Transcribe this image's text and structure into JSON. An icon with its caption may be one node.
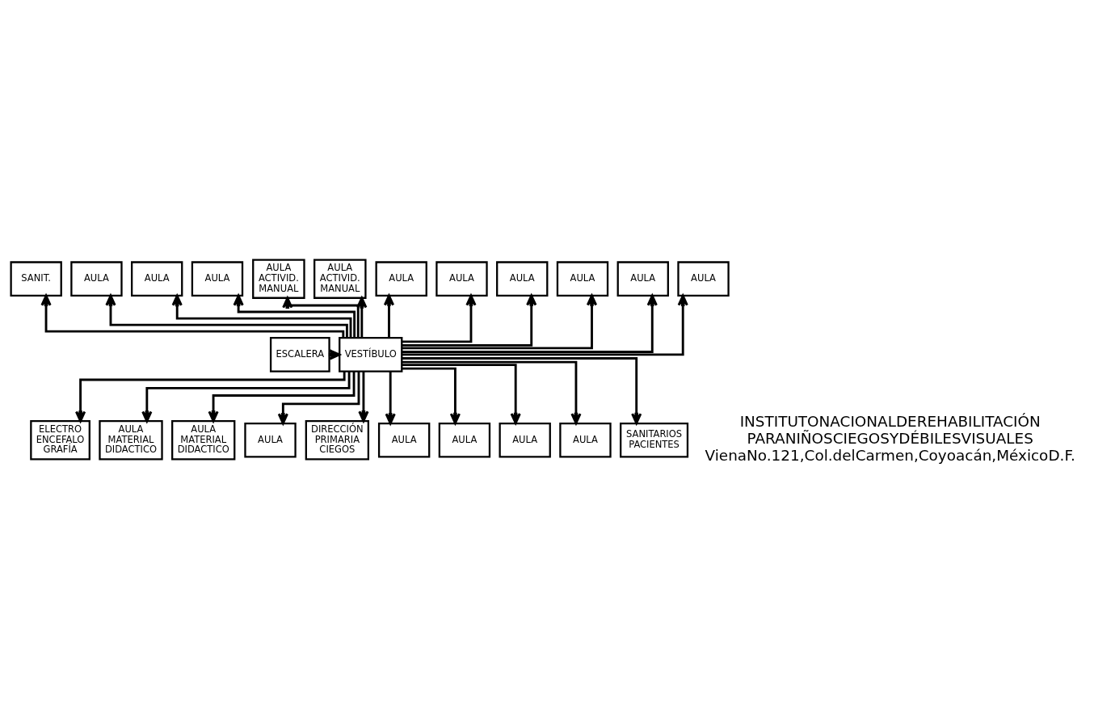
{
  "diagram": {
    "nodes": [
      {
        "text": [
          "ESCALERA"
        ]
      },
      {
        "text": [
          "VESTÍBULO"
        ]
      },
      {
        "text": [
          "SANIT."
        ]
      },
      {
        "text": [
          "AULA"
        ]
      },
      {
        "text": [
          "AULA"
        ]
      },
      {
        "text": [
          "AULA"
        ]
      },
      {
        "text": [
          "AULA ACTIVID. MANUAL"
        ]
      },
      {
        "text": [
          "AULA ACTIVID. MANUAL"
        ]
      },
      {
        "text": [
          "AULA"
        ]
      },
      {
        "text": [
          "AULA"
        ]
      },
      {
        "text": [
          "AULA"
        ]
      },
      {
        "text": [
          "AULA"
        ]
      },
      {
        "text": [
          "AULA"
        ]
      },
      {
        "text": [
          "AULA"
        ]
      },
      {
        "text": [
          "ELECTRO ENCEFALO GRAFÍA"
        ]
      },
      {
        "text": [
          "AULA MATERIAL DIDACTICO"
        ]
      },
      {
        "text": [
          "AULA MATERIAL DIDACTICO"
        ]
      },
      {
        "text": [
          "AULA"
        ]
      },
      {
        "text": [
          "DIRECCIÓN PRIMARIA CIEGOS"
        ]
      },
      {
        "text": [
          "AULA"
        ]
      },
      {
        "text": [
          "AULA"
        ]
      },
      {
        "text": [
          "AULA"
        ]
      },
      {
        "text": [
          "AULA"
        ]
      },
      {
        "text": [
          "SANITARIOS PACIENTES"
        ]
      }
    ],
    "edges": [
      {
        "from": 0,
        "to": 1,
        "arrow": "to"
      },
      {
        "from": 1,
        "to": 2,
        "arrow": "to"
      },
      {
        "from": 1,
        "to": 3,
        "arrow": "to"
      },
      {
        "from": 1,
        "to": 4,
        "arrow": "to"
      },
      {
        "from": 1,
        "to": 5,
        "arrow": "to"
      },
      {
        "from": 1,
        "to": 6,
        "arrow": "to"
      },
      {
        "from": 1,
        "to": 7,
        "arrow": "to"
      },
      {
        "from": 1,
        "to": 8,
        "arrow": "to"
      },
      {
        "from": 1,
        "to": 9,
        "arrow": "to"
      },
      {
        "from": 1,
        "to": 10,
        "arrow": "to"
      },
      {
        "from": 1,
        "to": 11,
        "arrow": "to"
      },
      {
        "from": 1,
        "to": 12,
        "arrow": "to"
      },
      {
        "from": 1,
        "to": 13,
        "arrow": "to"
      },
      {
        "from": 1,
        "to": 14,
        "arrow": "to"
      },
      {
        "from": 1,
        "to": 15,
        "arrow": "to"
      },
      {
        "from": 1,
        "to": 16,
        "arrow": "to"
      },
      {
        "from": 1,
        "to": 17,
        "arrow": "to"
      },
      {
        "from": 1,
        "to": 18,
        "arrow": "to"
      },
      {
        "from": 1,
        "to": 19,
        "arrow": "to"
      },
      {
        "from": 1,
        "to": 20,
        "arrow": "to"
      },
      {
        "from": 1,
        "to": 21,
        "arrow": "to"
      },
      {
        "from": 1,
        "to": 22,
        "arrow": "to"
      },
      {
        "from": 1,
        "to": 23,
        "arrow": "to"
      }
    ],
    "labels": [
      "INSTITUTONACIONALDEREHABILITACIÓN",
      "PARANIÑOSCIEGOSYDÉBILESVISUALES",
      "VienaNo.121,Col.delCarmen,Coyoacán,MéxicoD.F."
    ]
  }
}
